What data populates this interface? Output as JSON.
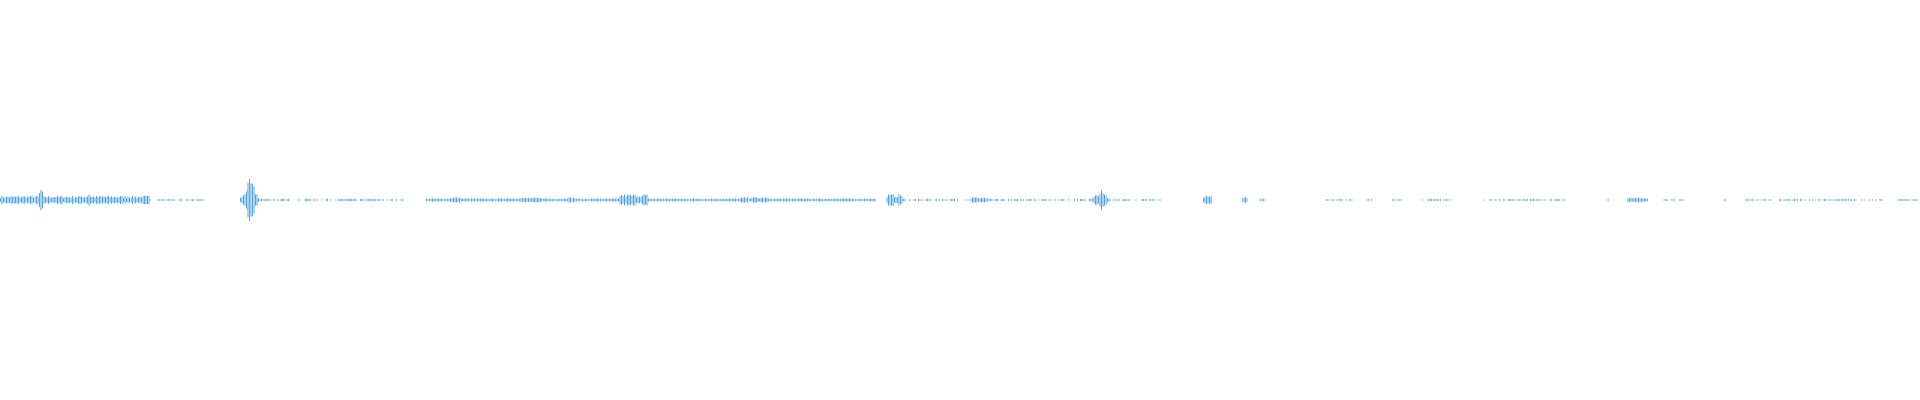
{
  "waveform": {
    "color": "#5aa7dc",
    "background": "#ffffff",
    "duration_fraction_segments": [
      {
        "start": 0.0,
        "end": 0.078,
        "level": 0.18
      },
      {
        "start": 0.019,
        "end": 0.023,
        "level": 0.55
      },
      {
        "start": 0.044,
        "end": 0.048,
        "level": 0.35
      },
      {
        "start": 0.078,
        "end": 0.106,
        "level": 0.04
      },
      {
        "start": 0.125,
        "end": 0.135,
        "level": 0.95
      },
      {
        "start": 0.135,
        "end": 0.21,
        "level": 0.05
      },
      {
        "start": 0.222,
        "end": 0.456,
        "level": 0.07
      },
      {
        "start": 0.235,
        "end": 0.24,
        "level": 0.12
      },
      {
        "start": 0.264,
        "end": 0.284,
        "level": 0.1
      },
      {
        "start": 0.294,
        "end": 0.3,
        "level": 0.12
      },
      {
        "start": 0.323,
        "end": 0.337,
        "level": 0.25
      },
      {
        "start": 0.386,
        "end": 0.4,
        "level": 0.12
      },
      {
        "start": 0.462,
        "end": 0.47,
        "level": 0.25
      },
      {
        "start": 0.47,
        "end": 0.57,
        "level": 0.05
      },
      {
        "start": 0.506,
        "end": 0.514,
        "level": 0.12
      },
      {
        "start": 0.568,
        "end": 0.578,
        "level": 0.45
      },
      {
        "start": 0.578,
        "end": 0.607,
        "level": 0.04
      },
      {
        "start": 0.627,
        "end": 0.631,
        "level": 0.2
      },
      {
        "start": 0.647,
        "end": 0.65,
        "level": 0.12
      },
      {
        "start": 0.657,
        "end": 0.659,
        "level": 0.06
      },
      {
        "start": 0.69,
        "end": 0.705,
        "level": 0.04
      },
      {
        "start": 0.71,
        "end": 0.715,
        "level": 0.04
      },
      {
        "start": 0.725,
        "end": 0.73,
        "level": 0.04
      },
      {
        "start": 0.741,
        "end": 0.756,
        "level": 0.04
      },
      {
        "start": 0.772,
        "end": 0.815,
        "level": 0.04
      },
      {
        "start": 0.837,
        "end": 0.839,
        "level": 0.04
      },
      {
        "start": 0.848,
        "end": 0.858,
        "level": 0.1
      },
      {
        "start": 0.867,
        "end": 0.877,
        "level": 0.04
      },
      {
        "start": 0.898,
        "end": 0.9,
        "level": 0.04
      },
      {
        "start": 0.91,
        "end": 0.922,
        "level": 0.04
      },
      {
        "start": 0.927,
        "end": 0.98,
        "level": 0.04
      },
      {
        "start": 0.989,
        "end": 1.0,
        "level": 0.04
      }
    ]
  }
}
